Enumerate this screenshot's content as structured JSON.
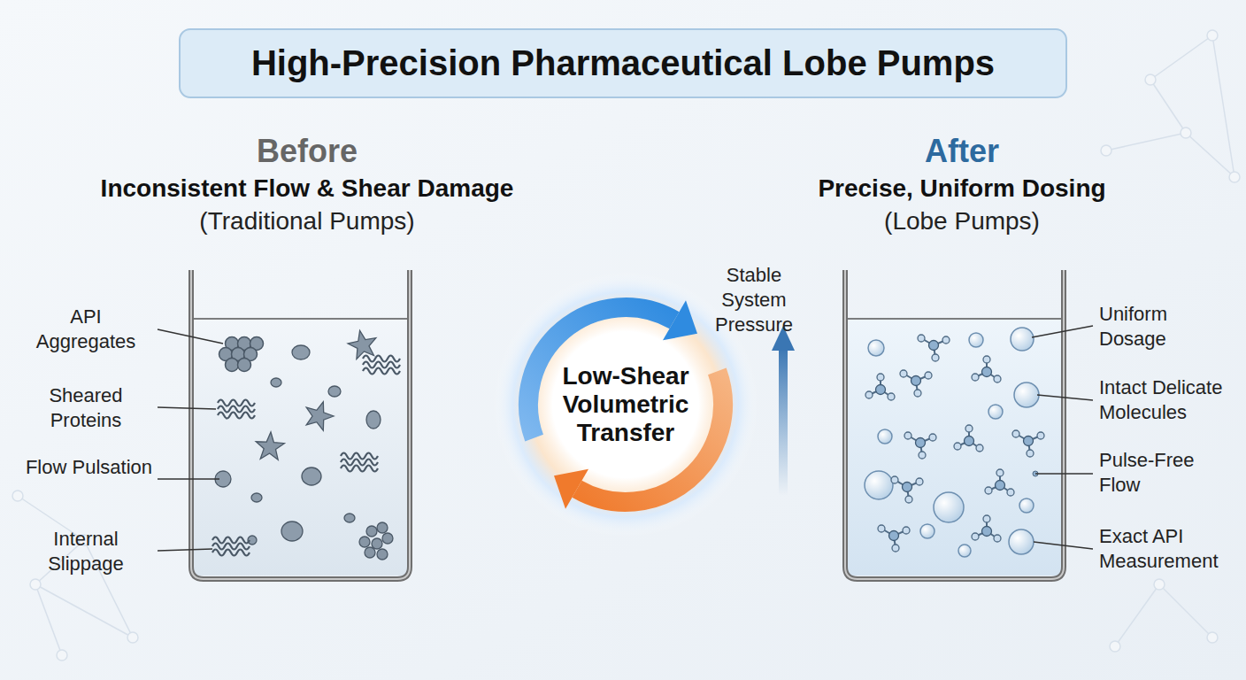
{
  "diagram": {
    "title": "High-Precision Pharmaceutical Lobe Pumps",
    "nodes": [
      {
        "text": [
          "Before",
          "Inconsistent Flow & Shear Damage",
          "(Traditional Pumps)"
        ]
      },
      {
        "text": [
          "Low-Shear Volumetric Transfer"
        ]
      },
      {
        "text": [
          "After",
          "Precise, Uniform Dosing",
          "(Lobe Pumps)"
        ]
      }
    ],
    "labels": [
      "API Aggregates",
      "Sheared Proteins",
      "Flow Pulsation",
      "Internal Slippage",
      "Stable System Pressure",
      "Uniform Dosage",
      "Intact Delicate Molecules",
      "Pulse-Free Flow",
      "Exact API Measurement"
    ]
  }
}
